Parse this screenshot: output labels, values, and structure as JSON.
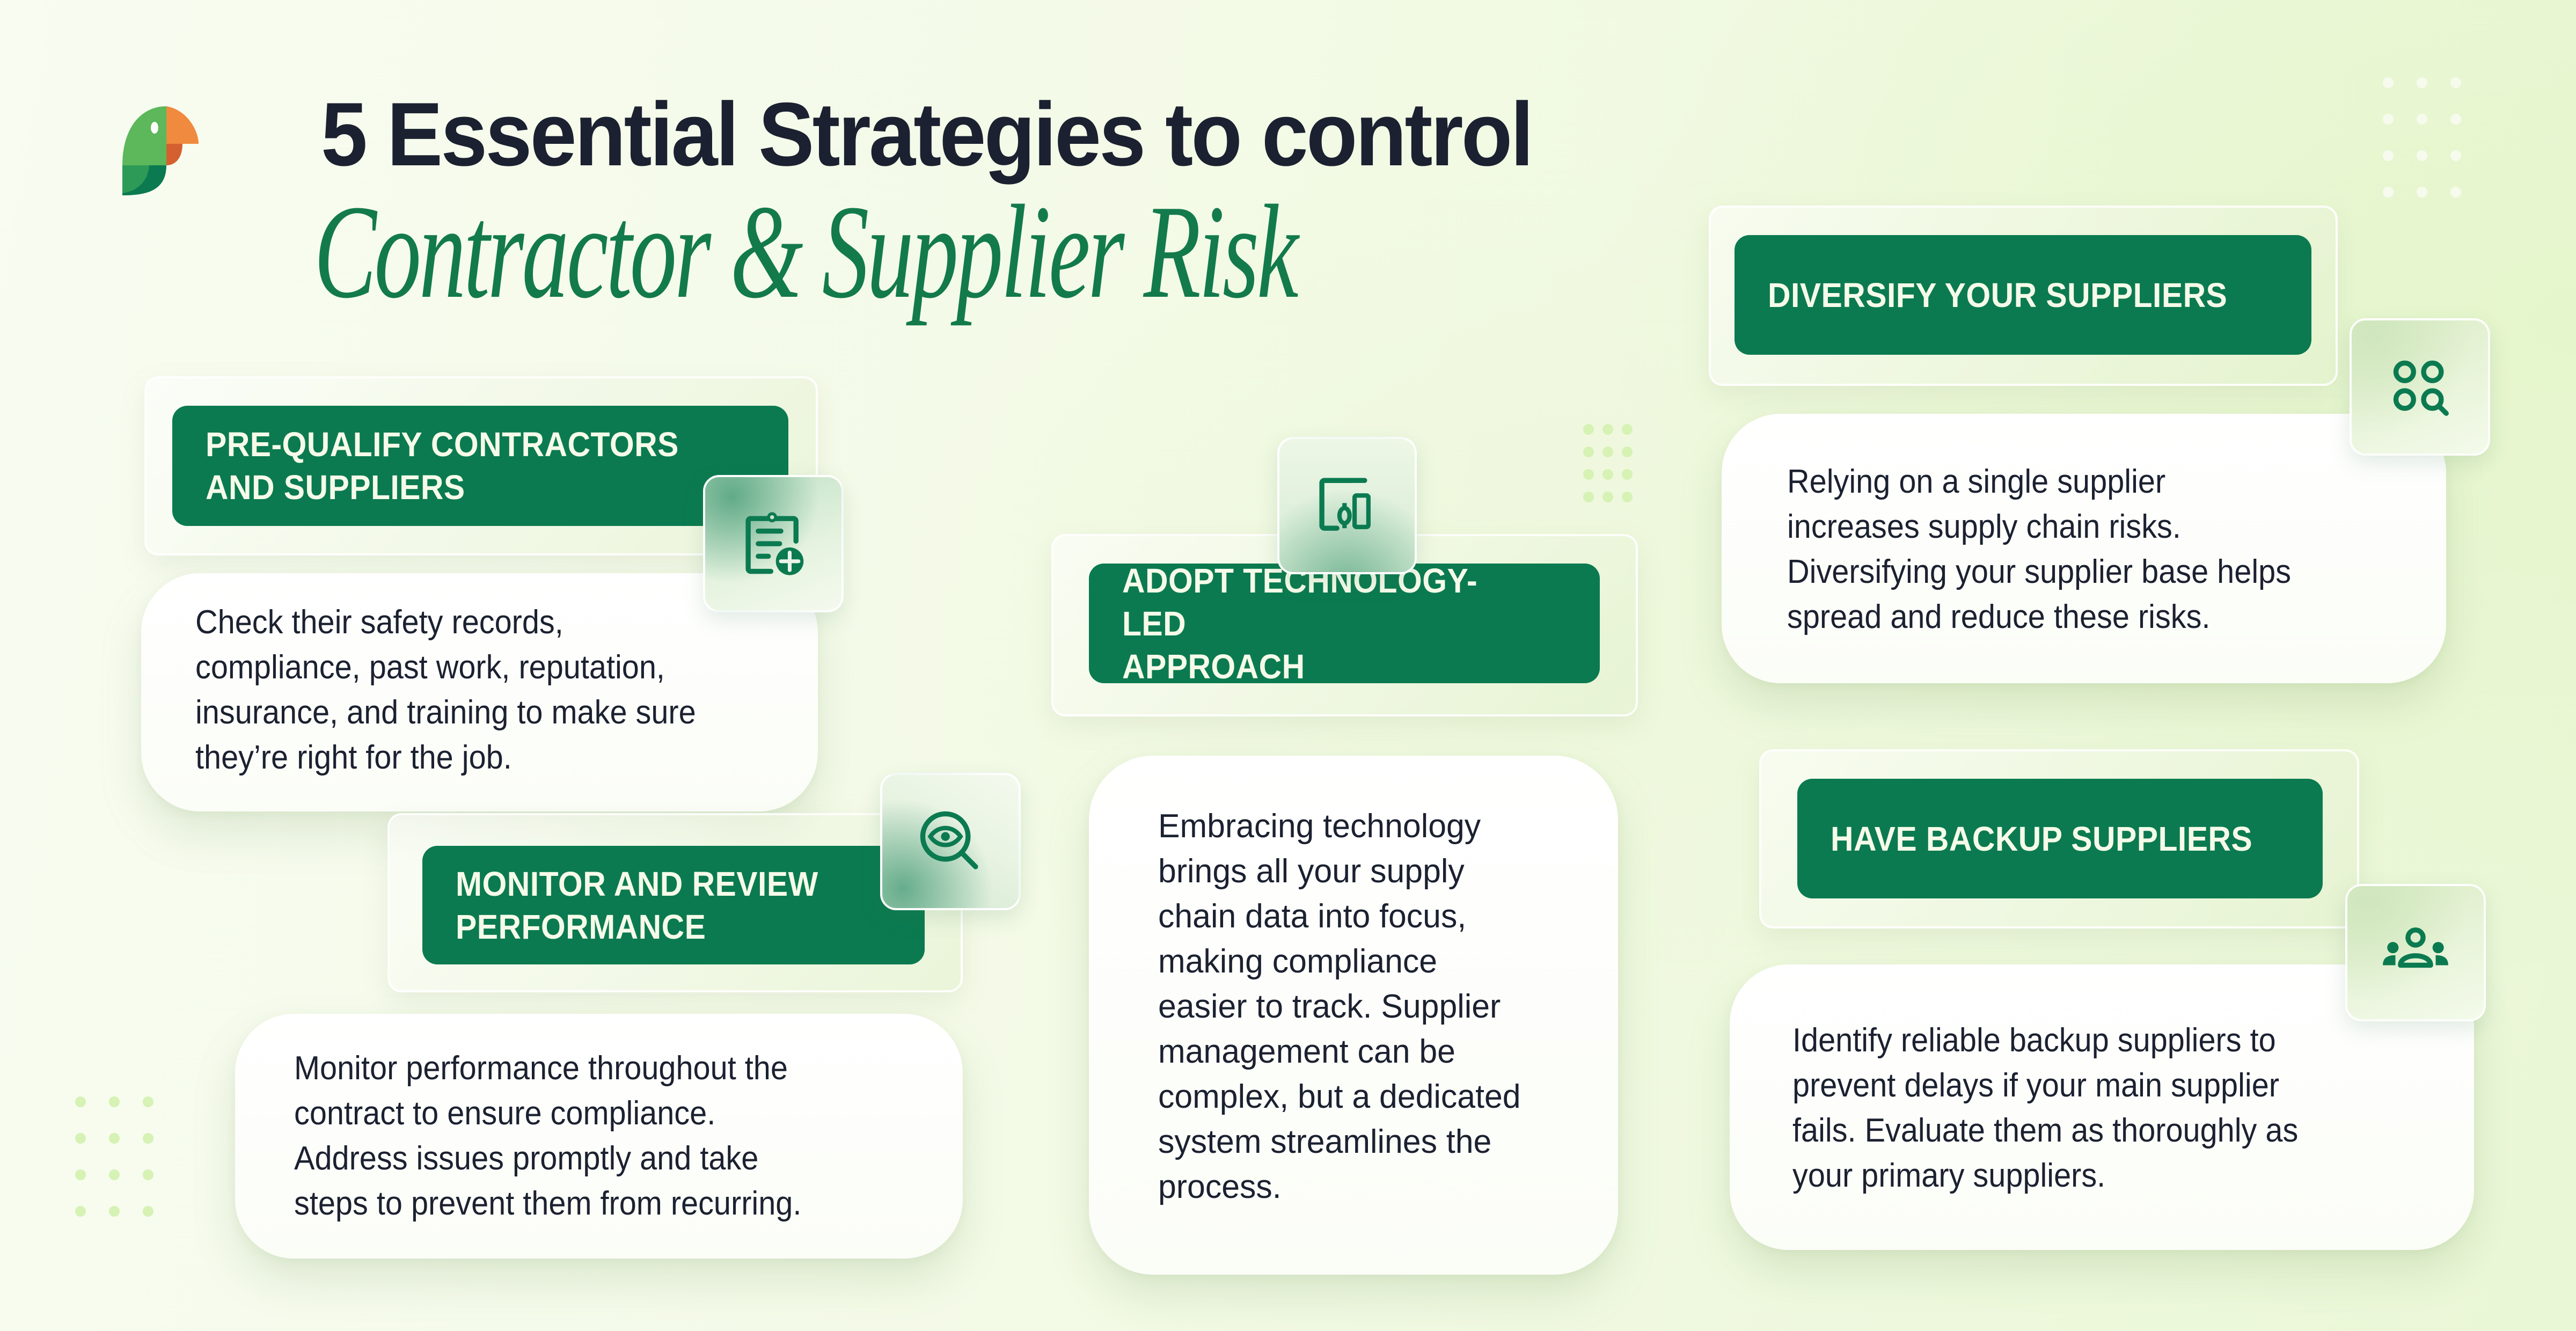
{
  "brand": {
    "logo_icon": "parrot-logo-icon",
    "colors": {
      "primary_green": "#0b7a50",
      "subtitle_green": "#137a4c",
      "title_dark": "#1b2130",
      "header_text": "#f6fbe9",
      "logo_orange": "#f08a3e",
      "logo_beak": "#d4602f",
      "logo_light_green": "#5cb85a",
      "logo_mid_green": "#2e9a57"
    }
  },
  "title": {
    "line1": "5 Essential Strategies to control",
    "line2": "Contractor & Supplier Risk"
  },
  "strategies": [
    {
      "id": "prequalify",
      "heading": "PRE-QUALIFY CONTRACTORS\nAND SUPPLIERS",
      "icon": "clipboard-add-icon",
      "body": "Check their safety records,\ncompliance, past work, reputation,\ninsurance, and training to make sure\nthey’re right for the job."
    },
    {
      "id": "monitor",
      "heading": "MONITOR AND REVIEW\nPERFORMANCE",
      "icon": "eye-search-icon",
      "body": "Monitor performance throughout the\ncontract to ensure compliance.\nAddress issues promptly and take\nsteps to prevent them from recurring."
    },
    {
      "id": "technology",
      "heading": "ADOPT TECHNOLOGY-LED\nAPPROACH",
      "icon": "devices-icon",
      "body": "Embracing technology\nbrings all your supply\nchain data into focus,\nmaking compliance\neasier to track. Supplier\nmanagement can be\ncomplex, but a dedicated\nsystem streamlines the\nprocess."
    },
    {
      "id": "diversify",
      "heading": "DIVERSIFY YOUR SUPPLIERS",
      "icon": "grid-search-icon",
      "body": "Relying on a single supplier\nincreases supply chain risks.\nDiversifying your supplier base helps\nspread and reduce these risks."
    },
    {
      "id": "backup",
      "heading": "HAVE BACKUP SUPPLIERS",
      "icon": "group-icon",
      "body": "Identify reliable backup suppliers to\nprevent delays if your main supplier\nfails. Evaluate them as thoroughly as\nyour primary suppliers."
    }
  ]
}
